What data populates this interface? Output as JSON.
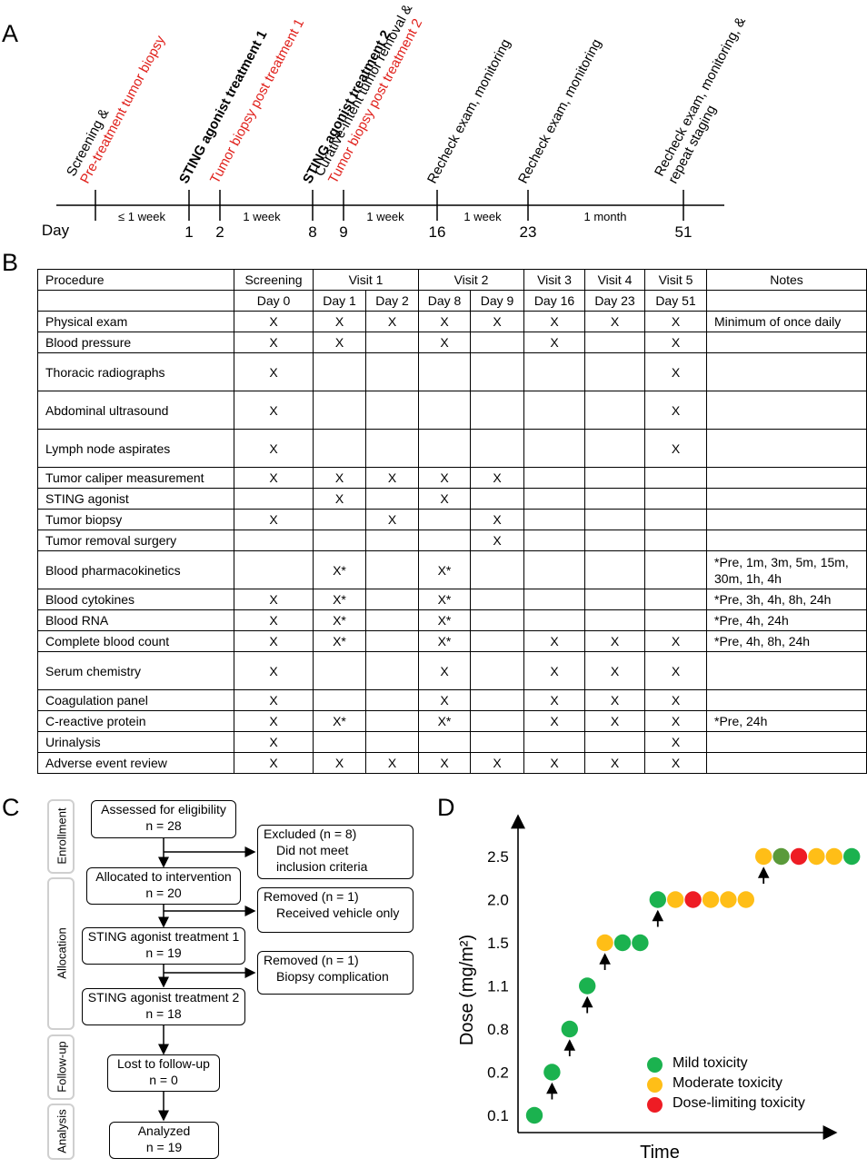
{
  "panels": {
    "a": "A",
    "b": "B",
    "c": "C",
    "d": "D"
  },
  "timeline": {
    "day_label": "Day",
    "events": [
      {
        "l1": "Screening &",
        "l2": "Pre-treatment tumor biopsy",
        "l1_style": "black",
        "l2_style": "red"
      },
      {
        "l1": "STING agonist treatment 1",
        "l1_style": "bold",
        "l2": "",
        "l2_style": ""
      },
      {
        "l1": "Tumor biopsy post treatment 1",
        "l1_style": "red",
        "l2": "",
        "l2_style": ""
      },
      {
        "l1": "STING agonist treatment 2",
        "l1_style": "bold",
        "l2": "",
        "l2_style": ""
      },
      {
        "l1": "Curative-intent tumor removal &",
        "l2": "Tumor biopsy post treatment 2",
        "l1_style": "black",
        "l2_style": "red"
      },
      {
        "l1": "Recheck exam, monitoring",
        "l1_style": "black",
        "l2": "",
        "l2_style": ""
      },
      {
        "l1": "Recheck exam, monitoring",
        "l1_style": "black",
        "l2": "",
        "l2_style": ""
      },
      {
        "l1": "Recheck exam, monitoring, &",
        "l2": "repeat staging",
        "l1_style": "black",
        "l2_style": "black"
      }
    ],
    "days": [
      "",
      "1",
      "2",
      "8",
      "9",
      "16",
      "23",
      "51"
    ],
    "intervals": [
      "≤ 1 week",
      "1 week",
      "1 week",
      "1 week",
      "1 month"
    ]
  },
  "table": {
    "header1": [
      "Procedure",
      "Screening",
      "Visit 1",
      "Visit 2",
      "Visit 3",
      "Visit 4",
      "Visit 5",
      "Notes"
    ],
    "header2": [
      "Day 0",
      "Day 1",
      "Day 2",
      "Day 8",
      "Day 9",
      "Day 16",
      "Day 23",
      "Day 51"
    ],
    "rows": [
      {
        "name": "Physical exam",
        "cells": [
          "X",
          "X",
          "X",
          "X",
          "X",
          "X",
          "X",
          "X"
        ],
        "note": "Minimum of once daily",
        "tall": false
      },
      {
        "name": "Blood pressure",
        "cells": [
          "X",
          "X",
          "",
          "X",
          "",
          "X",
          "",
          "X"
        ],
        "note": "",
        "tall": false
      },
      {
        "name": "Thoracic radiographs",
        "cells": [
          "X",
          "",
          "",
          "",
          "",
          "",
          "",
          "X"
        ],
        "note": "",
        "tall": true
      },
      {
        "name": "Abdominal ultrasound",
        "cells": [
          "X",
          "",
          "",
          "",
          "",
          "",
          "",
          "X"
        ],
        "note": "",
        "tall": true
      },
      {
        "name": "Lymph node aspirates",
        "cells": [
          "X",
          "",
          "",
          "",
          "",
          "",
          "",
          "X"
        ],
        "note": "",
        "tall": true
      },
      {
        "name": "Tumor caliper measurement",
        "cells": [
          "X",
          "X",
          "X",
          "X",
          "X",
          "",
          "",
          ""
        ],
        "note": "",
        "tall": false
      },
      {
        "name": "STING agonist",
        "cells": [
          "",
          "X",
          "",
          "X",
          "",
          "",
          "",
          ""
        ],
        "note": "",
        "tall": false
      },
      {
        "name": "Tumor biopsy",
        "cells": [
          "X",
          "",
          "X",
          "",
          "X",
          "",
          "",
          ""
        ],
        "note": "",
        "tall": false
      },
      {
        "name": "Tumor removal surgery",
        "cells": [
          "",
          "",
          "",
          "",
          "X",
          "",
          "",
          ""
        ],
        "note": "",
        "tall": false
      },
      {
        "name": "Blood pharmacokinetics",
        "cells": [
          "",
          "X*",
          "",
          "X*",
          "",
          "",
          "",
          ""
        ],
        "note": "*Pre, 1m, 3m, 5m, 15m, 30m, 1h, 4h",
        "tall": true
      },
      {
        "name": "Blood cytokines",
        "cells": [
          "X",
          "X*",
          "",
          "X*",
          "",
          "",
          "",
          ""
        ],
        "note": "*Pre, 3h, 4h, 8h, 24h",
        "tall": false
      },
      {
        "name": "Blood RNA",
        "cells": [
          "X",
          "X*",
          "",
          "X*",
          "",
          "",
          "",
          ""
        ],
        "note": "*Pre, 4h, 24h",
        "tall": false
      },
      {
        "name": "Complete blood count",
        "cells": [
          "X",
          "X*",
          "",
          "X*",
          "",
          "X",
          "X",
          "X"
        ],
        "note": "*Pre, 4h, 8h, 24h",
        "tall": false
      },
      {
        "name": "Serum chemistry",
        "cells": [
          "X",
          "",
          "",
          "X",
          "",
          "X",
          "X",
          "X"
        ],
        "note": "",
        "tall": true
      },
      {
        "name": "Coagulation panel",
        "cells": [
          "X",
          "",
          "",
          "X",
          "",
          "X",
          "X",
          "X"
        ],
        "note": "",
        "tall": false
      },
      {
        "name": "C-reactive protein",
        "cells": [
          "X",
          "X*",
          "",
          "X*",
          "",
          "X",
          "X",
          "X"
        ],
        "note": "*Pre, 24h",
        "tall": false
      },
      {
        "name": "Urinalysis",
        "cells": [
          "X",
          "",
          "",
          "",
          "",
          "",
          "",
          "X"
        ],
        "note": "",
        "tall": false
      },
      {
        "name": "Adverse event review",
        "cells": [
          "X",
          "X",
          "X",
          "X",
          "X",
          "X",
          "X",
          "X"
        ],
        "note": "",
        "tall": false
      }
    ]
  },
  "flow": {
    "stages": [
      "Enrollment",
      "Allocation",
      "Follow-up",
      "Analysis"
    ],
    "assessed": {
      "t": "Assessed for eligibility",
      "n": "n = 28"
    },
    "excluded": {
      "t": "Excluded (n = 8)",
      "d1": "Did not meet",
      "d2": "inclusion criteria"
    },
    "allocated": {
      "t": "Allocated to intervention",
      "n": "n = 20"
    },
    "removed1": {
      "t": "Removed (n = 1)",
      "d": "Received vehicle only"
    },
    "treat1": {
      "t": "STING agonist treatment 1",
      "n": "n = 19"
    },
    "removed2": {
      "t": "Removed (n = 1)",
      "d": "Biopsy complication"
    },
    "treat2": {
      "t": "STING agonist treatment 2",
      "n": "n = 18"
    },
    "lost": {
      "t": "Lost to follow-up",
      "n": "n = 0"
    },
    "analyzed": {
      "t": "Analyzed",
      "n": "n = 19"
    }
  },
  "chart_data": {
    "type": "scatter",
    "xlabel": "Time",
    "ylabel": "Dose (mg/m²)",
    "y_categories": [
      "0.1",
      "0.2",
      "0.8",
      "1.1",
      "1.5",
      "2.0",
      "2.5"
    ],
    "colors": {
      "mild": "#1bb24f",
      "moderate": "#ffbe17",
      "dlt": "#ee1c24",
      "mild_dark": "#5a9a3a"
    },
    "legend": [
      {
        "key": "mild",
        "label": "Mild toxicity"
      },
      {
        "key": "moderate",
        "label": "Moderate toxicity"
      },
      {
        "key": "dlt",
        "label": "Dose-limiting toxicity"
      }
    ],
    "points": [
      {
        "dose": "0.1",
        "tox": "mild"
      },
      {
        "dose": "0.2",
        "tox": "mild"
      },
      {
        "dose": "0.8",
        "tox": "mild"
      },
      {
        "dose": "1.1",
        "tox": "mild"
      },
      {
        "dose": "1.5",
        "tox": "moderate"
      },
      {
        "dose": "1.5",
        "tox": "mild"
      },
      {
        "dose": "1.5",
        "tox": "mild"
      },
      {
        "dose": "2.0",
        "tox": "mild"
      },
      {
        "dose": "2.0",
        "tox": "moderate"
      },
      {
        "dose": "2.0",
        "tox": "dlt"
      },
      {
        "dose": "2.0",
        "tox": "moderate"
      },
      {
        "dose": "2.0",
        "tox": "moderate"
      },
      {
        "dose": "2.0",
        "tox": "moderate"
      },
      {
        "dose": "2.5",
        "tox": "moderate"
      },
      {
        "dose": "2.5",
        "tox": "mild_dark"
      },
      {
        "dose": "2.5",
        "tox": "dlt"
      },
      {
        "dose": "2.5",
        "tox": "moderate"
      },
      {
        "dose": "2.5",
        "tox": "moderate"
      },
      {
        "dose": "2.5",
        "tox": "mild"
      }
    ]
  }
}
